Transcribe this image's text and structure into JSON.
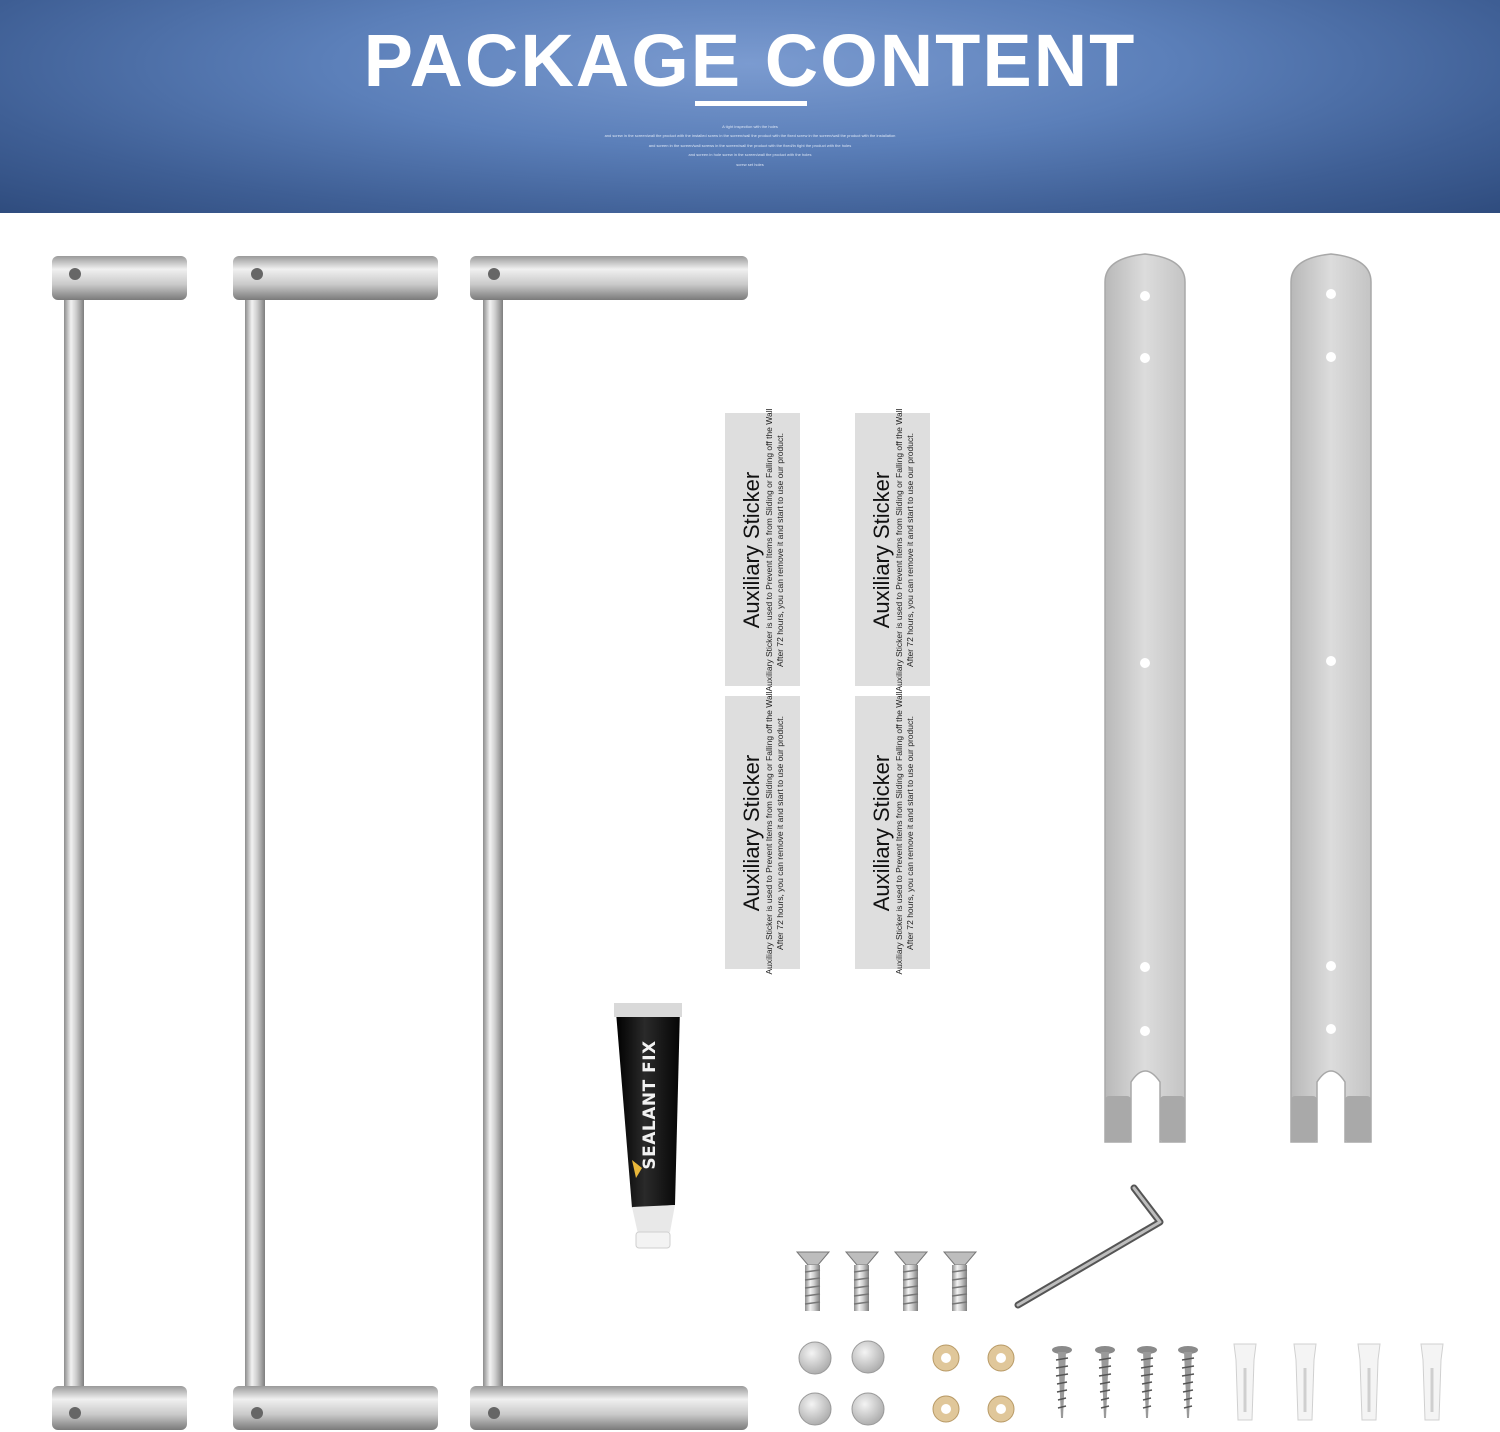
{
  "header": {
    "title": "PACKAGE CONTENT",
    "fine_print": [
      "A tight inspection with the holes",
      "and screw in the screen/wall the product with the installed screw in the screen/wall the product with the fixed screw in the screen/wall the product with the installation",
      "and screen in the screen/wall screws in the screen/wall the product with the fixed/in tight the product with the holes",
      "and screen in hole screw in the screen/wall the product with the holes",
      "screw set holes"
    ]
  },
  "sticker": {
    "title": "Auxiliary Sticker",
    "line1": "Auxiliary Sticker is used to Prevent Items from Sliding or Falling off the Wall",
    "line2": "After 72 hours, you can remove it and start to use our product."
  },
  "glue_tube": {
    "label": "SEALANT FIX"
  },
  "parts": {
    "towel_bars": 3,
    "wall_brackets": 2,
    "auxiliary_stickers": 4,
    "sealant_tubes": 1,
    "allen_keys": 1,
    "countersunk_screws": 4,
    "cover_caps": 4,
    "washers": 4,
    "wood_screws": 4,
    "wall_anchors": 4
  },
  "colors": {
    "banner_dark": "#2f4c7e",
    "banner_light": "#7b9bd0",
    "steel": "#c8c8c8",
    "sticker_bg": "#dedede",
    "tube": "#1a1a1a",
    "brass": "#e0c79a"
  }
}
